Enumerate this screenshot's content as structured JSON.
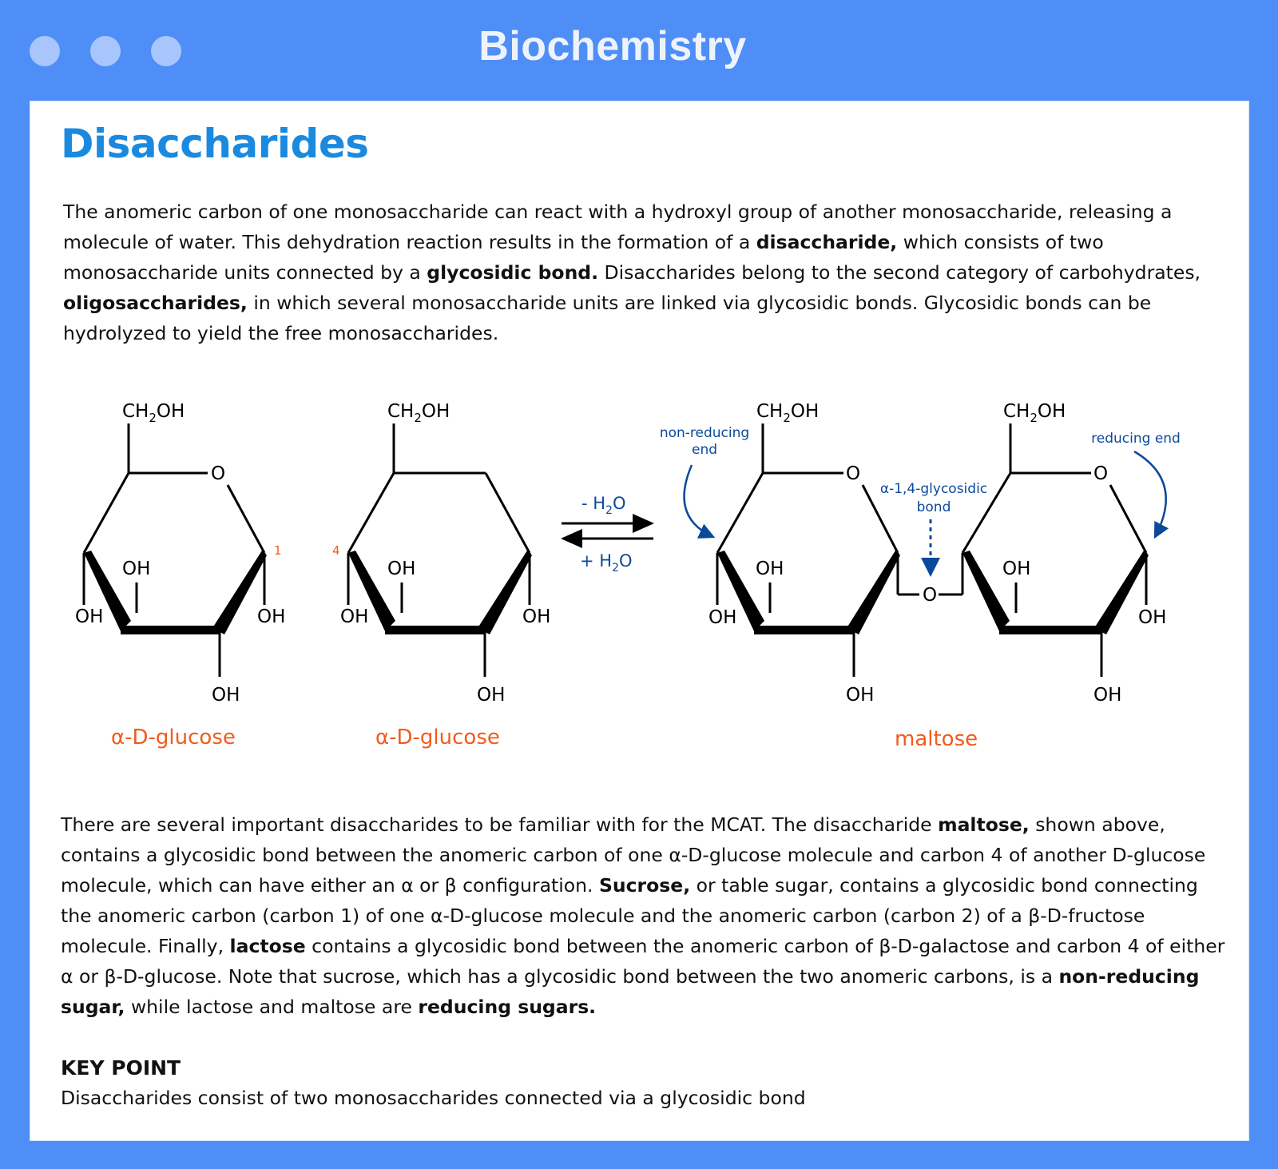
{
  "window": {
    "title": "Biochemistry",
    "controls": [
      "window-dot",
      "window-dot",
      "window-dot"
    ]
  },
  "page": {
    "title": "Disaccharides",
    "intro": {
      "s1": "The anomeric carbon of one monosaccharide can react with a hydroxyl group of another monosaccharide, releasing a molecule of water. This dehydration reaction results in the formation of a ",
      "b1": "disaccharide,",
      "s2": " which consists of two monosaccharide units connected by a ",
      "b2": "glycosidic bond.",
      "s3": " Disaccharides belong to the second category of carbohydrates, ",
      "b3": "oligosaccharides,",
      "s4": " in which several monosaccharide units are linked via glycosidic bonds. Glycosidic bonds can be hydrolyzed to yield the free monosaccharides."
    },
    "body": {
      "s1": "There are several important disaccharides to be familiar with for the MCAT. The disaccharide ",
      "b1": "maltose,",
      "s2": " shown above, contains a glycosidic bond between the anomeric carbon of one α-D-glucose molecule and carbon 4 of another D-glucose molecule, which can have either an α or β configuration. ",
      "b2": "Sucrose,",
      "s3": " or table sugar, contains a glycosidic bond connecting the anomeric carbon (carbon 1) of one α-D-glucose molecule and the anomeric carbon (carbon 2) of a β-D-fructose molecule. Finally, ",
      "b3": "lactose",
      "s4": " contains a glycosidic bond between the anomeric carbon of β-D-galactose and carbon 4 of either α or β-D-glucose. Note that sucrose, which has a glycosidic bond between the two anomeric carbons, is a ",
      "b4": "non-reducing sugar,",
      "s5": " while lactose and maltose are ",
      "b5": "reducing sugars."
    },
    "key_point": {
      "heading": "KEY POINT",
      "text": "Disaccharides consist of two monosaccharides connected via a glycosidic bond"
    }
  },
  "diagram": {
    "group_ch2": "CH",
    "group_sub2": "2",
    "group_oh_suffix": "OH",
    "ring_oxygen": "O",
    "hydroxyl": "OH",
    "carbon_1_label": "1",
    "carbon_4_label": "4",
    "forward_prefix": "- H",
    "reverse_prefix": "+ H",
    "water_sub": "2",
    "water_o": "O",
    "molecule_1_name": "α-D-glucose",
    "molecule_2_name": "α-D-glucose",
    "product_name": "maltose",
    "non_reducing_line1": "non-reducing",
    "non_reducing_line2": "end",
    "reducing_end": "reducing end",
    "bond_line1": "α-1,4-glycosidic",
    "bond_line2": "bond",
    "colors": {
      "label_orange": "#f25b1c",
      "annotation_blue": "#0b4a9a",
      "ink": "#000000"
    }
  }
}
